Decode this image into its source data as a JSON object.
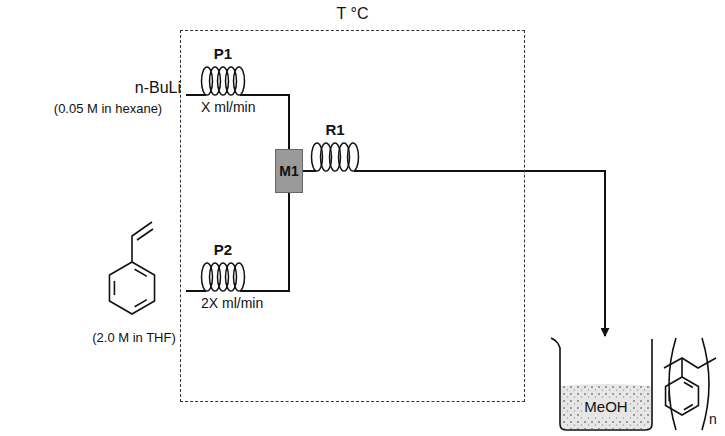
{
  "diagram": {
    "nodes": [
      {
        "text": [
          "T °C"
        ]
      },
      {
        "text": [
          "P1"
        ],
        "in": 0
      },
      {
        "text": [
          "P2"
        ],
        "in": 0
      },
      {
        "text": [
          "M1"
        ],
        "in": 0
      },
      {
        "text": [
          "R1"
        ],
        "in": 0
      },
      {
        "text": [
          "n-BuLi",
          "(0.05 M in hexane)"
        ]
      },
      {
        "text": [
          "(2.0 M in THF)"
        ]
      },
      {
        "text": [
          "MeOH"
        ]
      }
    ],
    "edges": [
      {
        "from": 5,
        "to": 1,
        "arrow": "none"
      },
      {
        "from": 6,
        "to": 2,
        "arrow": "none"
      },
      {
        "from": 1,
        "to": 3,
        "label": "X ml/min",
        "arrow": "none"
      },
      {
        "from": 2,
        "to": 3,
        "label": "2X ml/min",
        "arrow": "none"
      },
      {
        "from": 3,
        "to": 4,
        "arrow": "none"
      },
      {
        "from": 4,
        "to": 7,
        "arrow": "to"
      }
    ],
    "labels": [
      "n"
    ]
  }
}
